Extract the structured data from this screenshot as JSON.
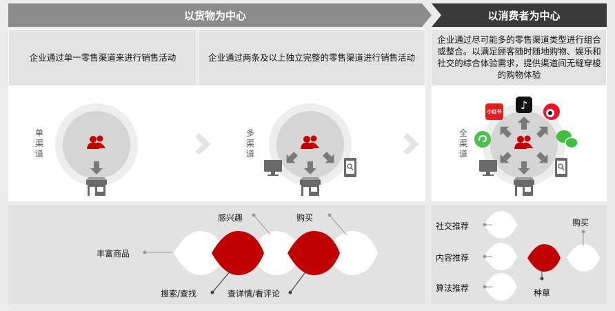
{
  "headers": {
    "goods": "以货物为中心",
    "consumer": "以消费者为中心"
  },
  "descriptions": {
    "single": "企业通过单一零售渠道来进行销售活动",
    "multi": "企业通过两条及以上独立完整的零售渠道进行销售活动",
    "omni": "企业通过尽可能多的零售渠道类型进行组合或整合。以满足顾客随时随地购物、娱乐和社交的综合体验需求，提供渠道间无缝穿梭的购物体验"
  },
  "channels": {
    "single": "单渠道",
    "multi": "多渠道",
    "omni": "全渠道"
  },
  "app_logos": {
    "xiaohongshu": "小红书"
  },
  "goods_flow": {
    "rich_goods": "丰富商品",
    "interest": "感兴趣",
    "buy": "购买",
    "search": "搜索/查找",
    "details": "查详情/看评论"
  },
  "consumer_flow": {
    "social": "社交推荐",
    "content": "内容推荐",
    "algorithm": "算法推荐",
    "grass": "种草",
    "buy": "购买"
  },
  "colors": {
    "header_gray": "#8c8c8c",
    "header_dark": "#3a3a3a",
    "accent_red": "#c00000"
  }
}
